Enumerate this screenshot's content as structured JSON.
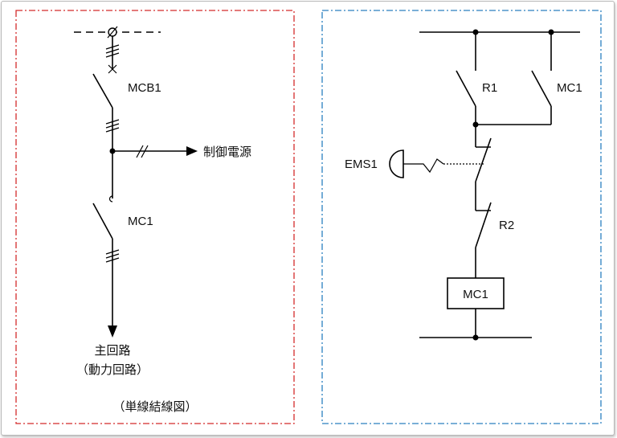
{
  "left_panel": {
    "breaker_label": "MCB1",
    "contactor_label": "MC1",
    "control_power_label": "制御電源",
    "main_circuit_label": "主回路",
    "main_circuit_sub_label": "（動力回路）",
    "caption": "（単線結線図）",
    "border_color": "#d42b2b"
  },
  "right_panel": {
    "relay1_label": "R1",
    "hold_contact_label": "MC1",
    "emergency_stop_label": "EMS1",
    "relay2_label": "R2",
    "coil_label": "MC1",
    "border_color": "#2a7fbf"
  }
}
